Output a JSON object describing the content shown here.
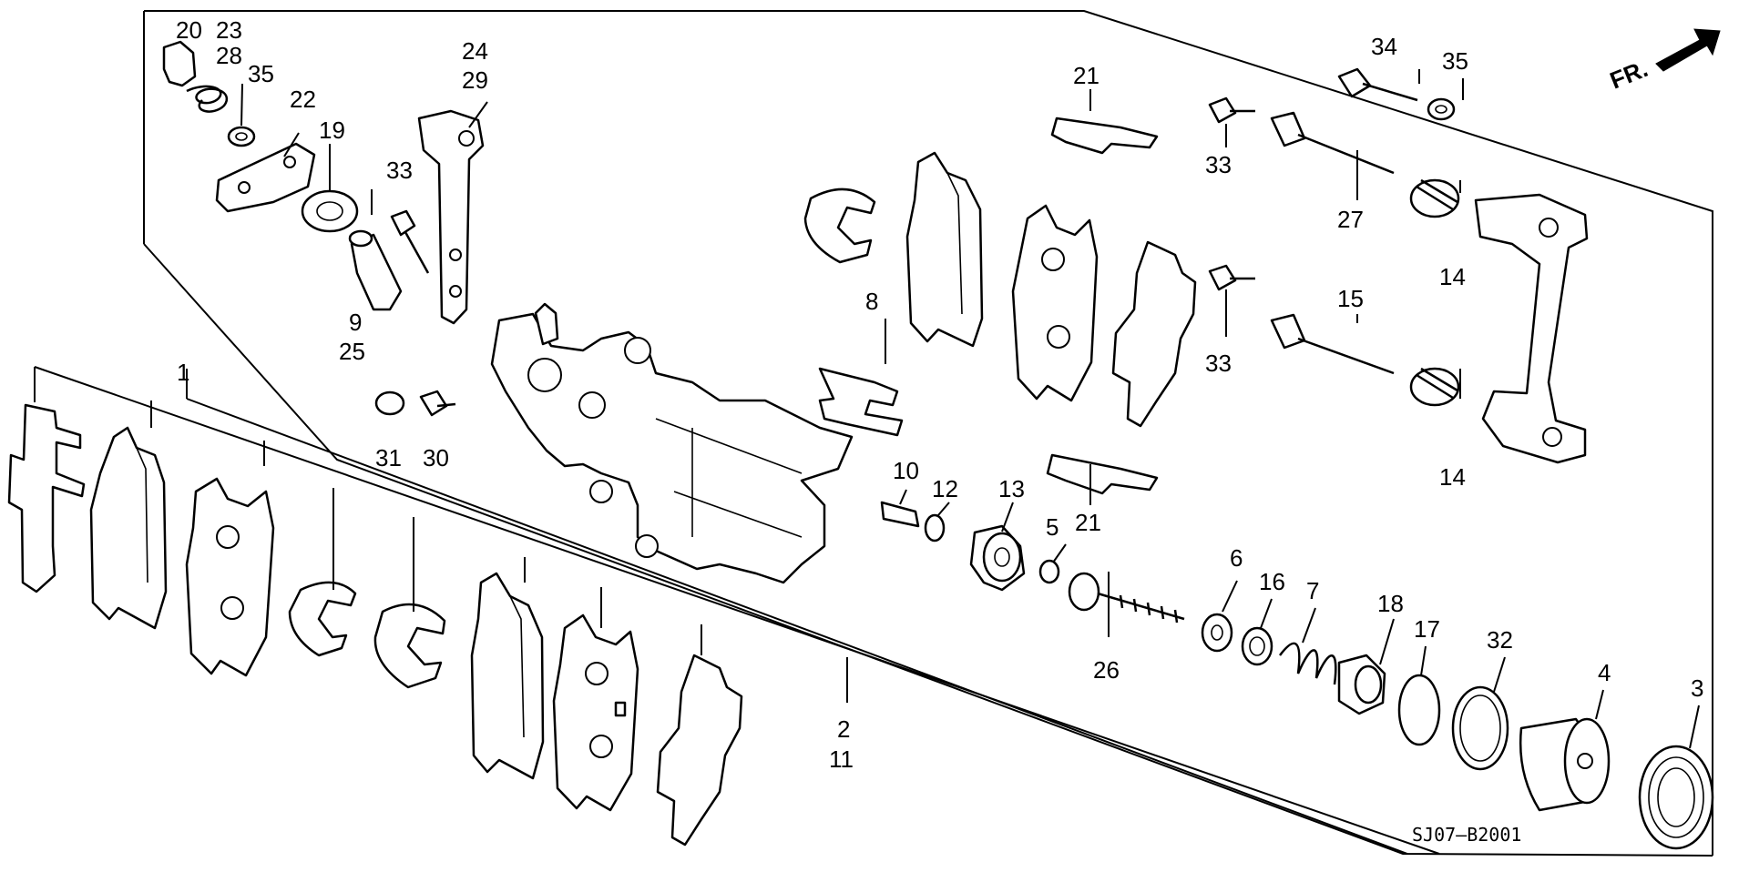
{
  "diagram": {
    "drawing_code": "SJ07–B2001",
    "direction_label": "FR.",
    "callouts": {
      "c1": "1",
      "c2_11": [
        "2",
        "11"
      ],
      "c3": "3",
      "c4": "4",
      "c5": "5",
      "c6": "6",
      "c7": "7",
      "c8": "8",
      "c9_25": [
        "9",
        "25"
      ],
      "c10": "10",
      "c12": "12",
      "c13": "13",
      "c14a": "14",
      "c14b": "14",
      "c15": "15",
      "c16": "16",
      "c17": "17",
      "c18": "18",
      "c19": "19",
      "c20_23_28": [
        "20",
        "23",
        "28"
      ],
      "c21a": "21",
      "c21b": "21",
      "c22": "22",
      "c24_29": [
        "24",
        "29"
      ],
      "c26": "26",
      "c27": "27",
      "c30": "30",
      "c31": "31",
      "c32": "32",
      "c33a": "33",
      "c33b": "33",
      "c33c": "33",
      "c34": "34",
      "c35a": "35",
      "c35b": "35"
    }
  }
}
